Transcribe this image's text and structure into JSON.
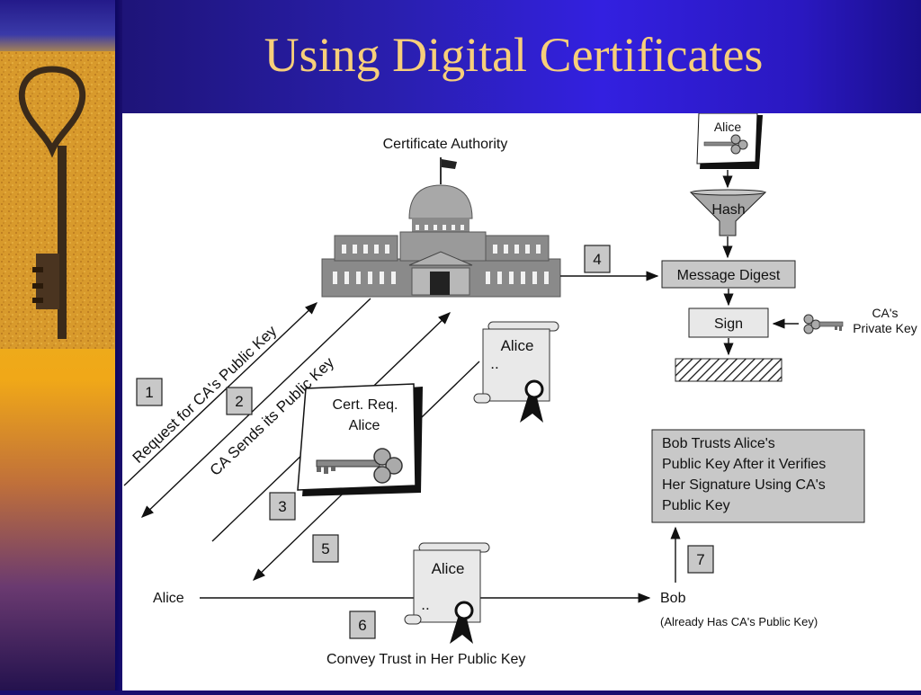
{
  "slide": {
    "title": "Using Digital Certificates"
  },
  "diagram": {
    "ca_label": "Certificate Authority",
    "steps": [
      "1",
      "2",
      "3",
      "4",
      "5",
      "6",
      "7"
    ],
    "arrow_labels": {
      "request": "Request for CA's Public Key",
      "ca_sends": "CA Sends its Public Key"
    },
    "cert_request": {
      "line1": "Cert. Req.",
      "line2": "Alice"
    },
    "certificate": {
      "name": "Alice",
      "dots": ".."
    },
    "signing": {
      "doc_name": "Alice",
      "hash": "Hash",
      "message_digest": "Message Digest",
      "sign": "Sign",
      "ca_private_key_line1": "CA's",
      "ca_private_key_line2": "Private Key"
    },
    "bob_trusts": [
      "Bob Trusts Alice's",
      "Public Key After it Verifies",
      "Her Signature Using CA's",
      "Public Key"
    ],
    "alice": "Alice",
    "bob": "Bob",
    "bob_note": "(Already Has CA's Public Key)",
    "convey": "Convey Trust in Her Public Key"
  },
  "colors": {
    "title": "#f7cf7a",
    "header": "#3320e0",
    "sidebar_gold": "#e8b020",
    "box_fill": "#c8c8c8"
  }
}
